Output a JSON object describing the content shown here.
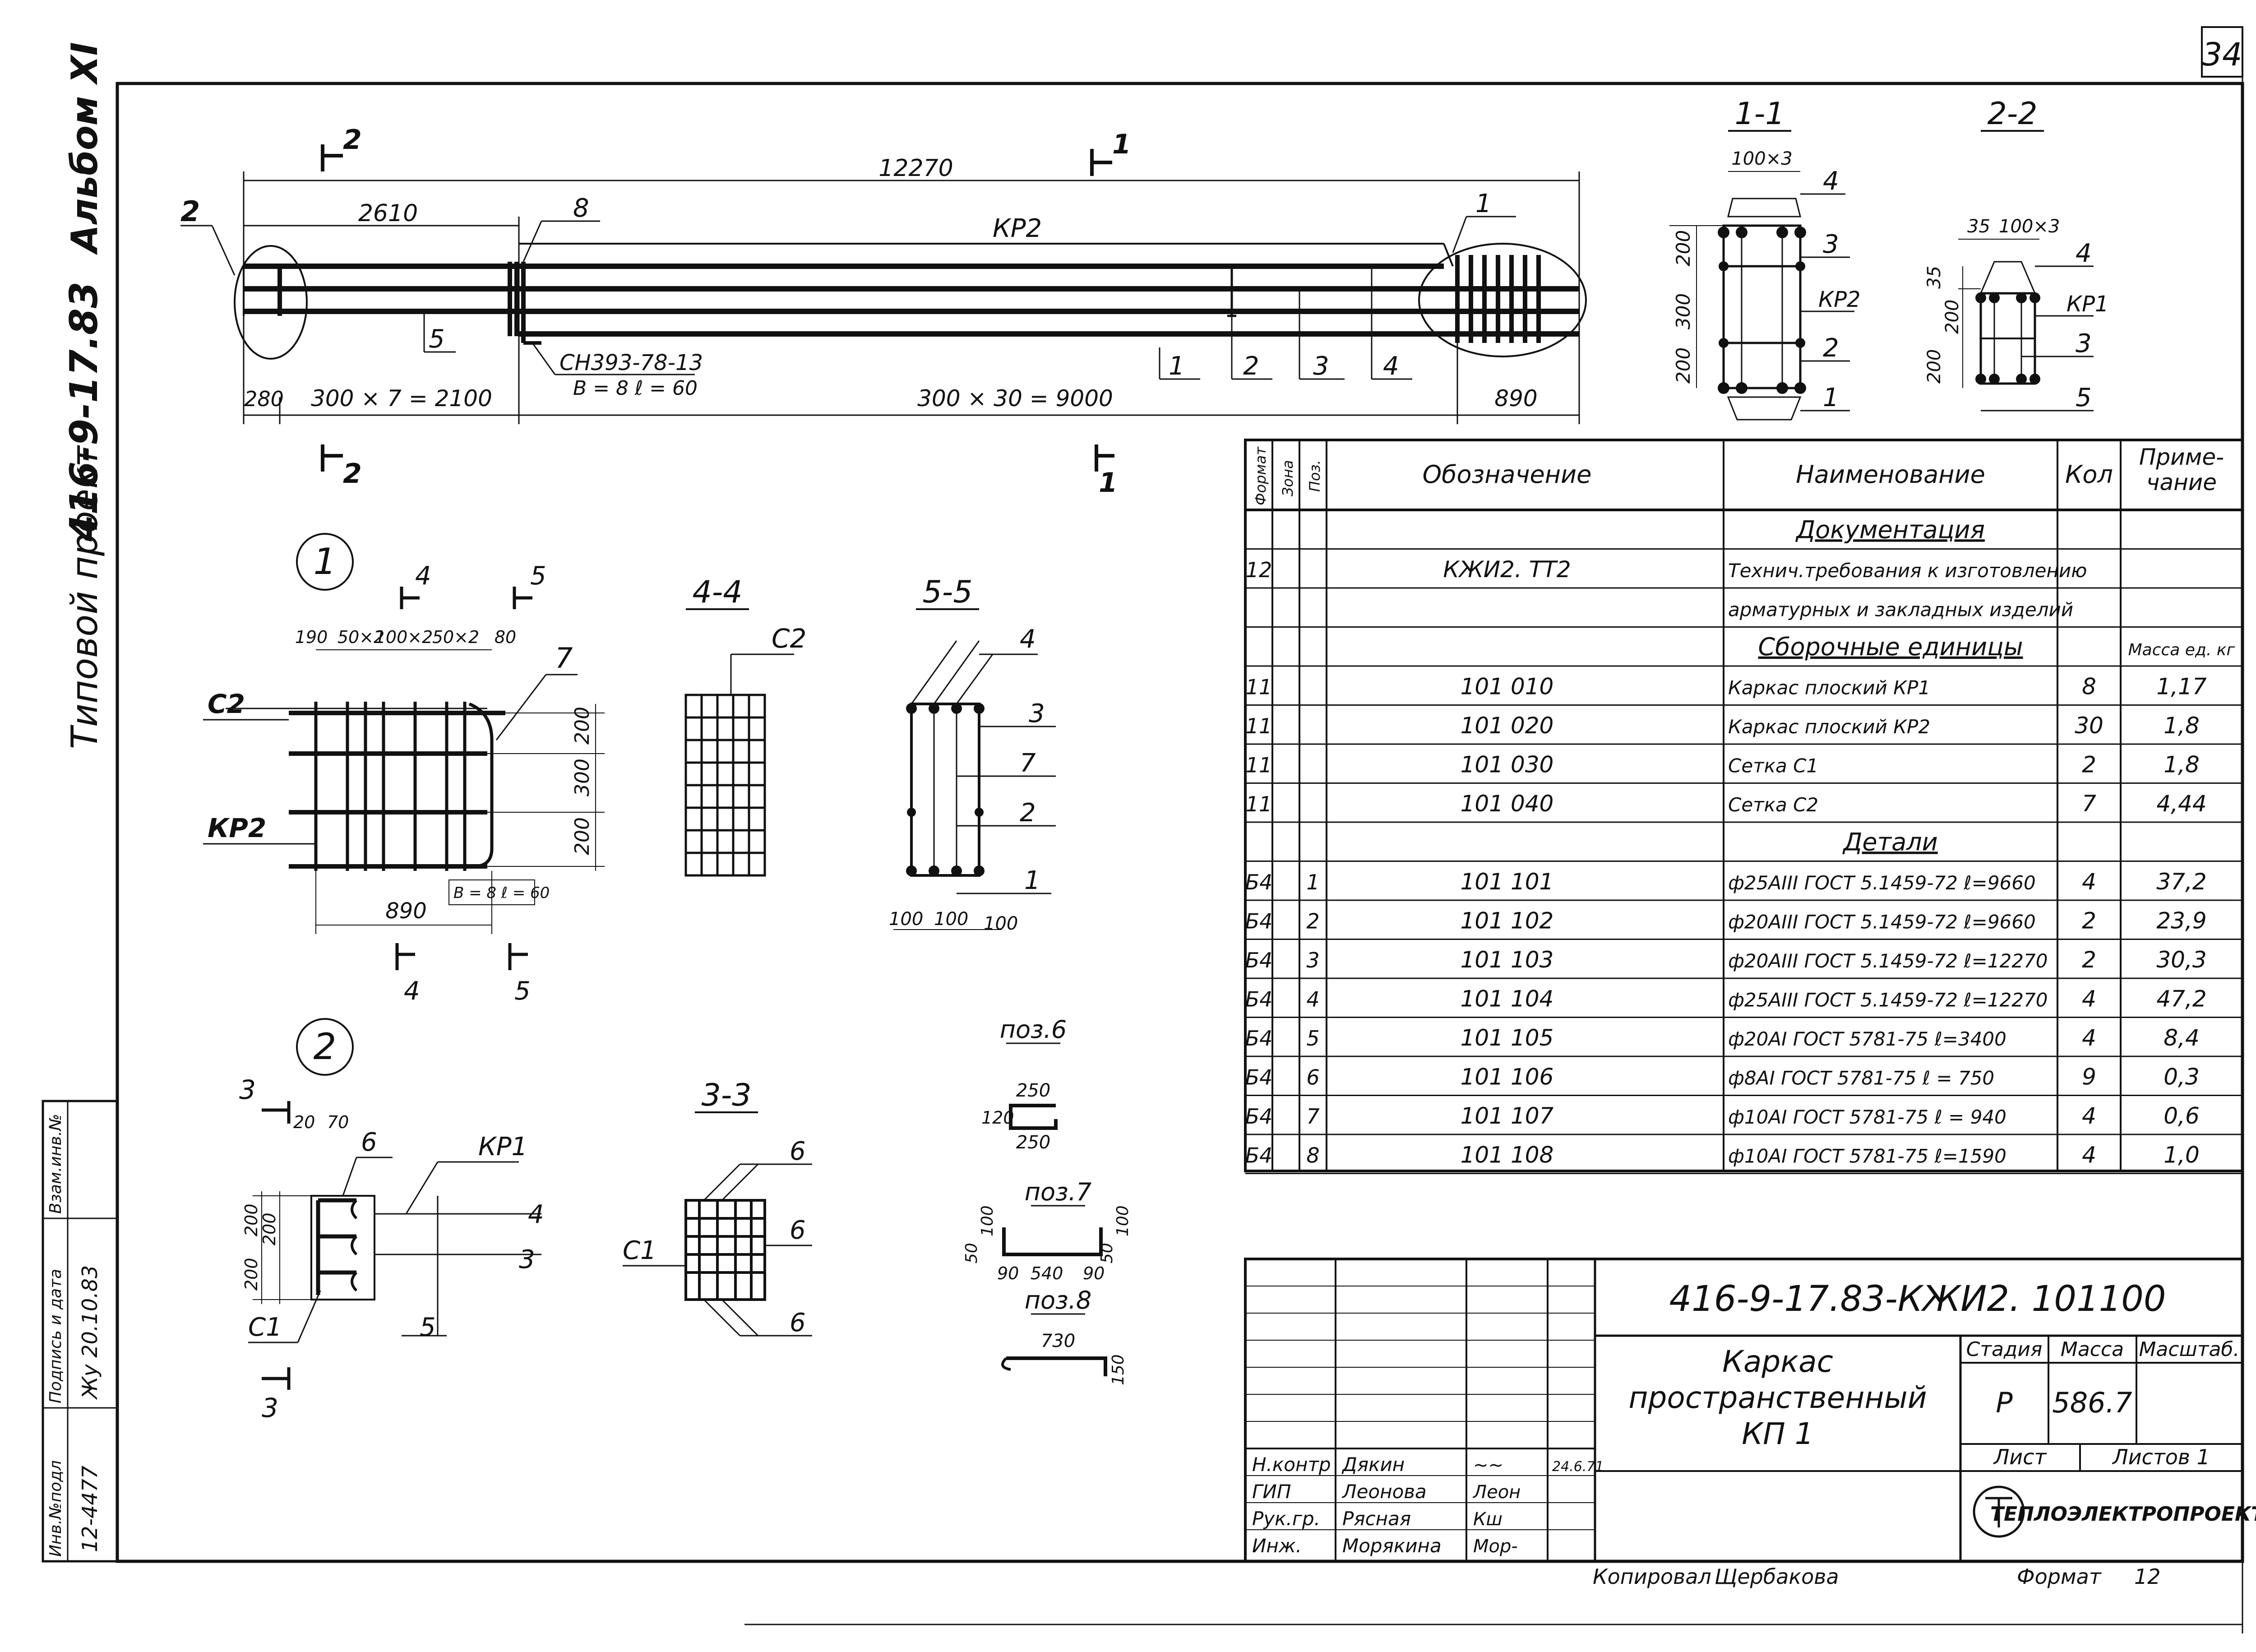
{
  "sheet_number": "34",
  "side_title": {
    "album": "Альбом XI",
    "project": "416-9-17.83",
    "type": "Типовой проект"
  },
  "side_stamp": {
    "inv_label": "Инв.№подл",
    "sign_label": "Подпись и дата",
    "replace_label": "Взам.инв.№",
    "inv_value": "12-4477",
    "sign_value": "Жу 20.10.83"
  },
  "elevation": {
    "total_length": "12270",
    "left_segment": "2610",
    "right_zone": "890",
    "left_end": "280",
    "left_spacing": "300 × 7 = 2100",
    "main_spacing": "300 × 30 = 9000",
    "frame_label": "КР2",
    "weld_standard": "СН393-78-13",
    "weld_params": "В = 8   ℓ = 60",
    "callout_1": "1",
    "callout_2": "2",
    "callout_3": "3",
    "callout_4": "4",
    "callout_5": "5",
    "callout_8": "8",
    "section_1": "1",
    "section_2": "2"
  },
  "section_1_1": {
    "title": "1-1",
    "top_dim": "100×3",
    "dim_a": "200",
    "dim_b": "300",
    "dim_c": "200",
    "frame": "КР2",
    "pos_4": "4",
    "pos_3": "3",
    "pos_2": "2",
    "pos_1": "1"
  },
  "section_2_2": {
    "title": "2-2",
    "dim_35": "35",
    "top_dim": "100×3",
    "dim_a": "200",
    "dim_b": "200",
    "dim_35b": "35",
    "frame": "КР1",
    "pos_4": "4",
    "pos_3": "3",
    "pos_5": "5"
  },
  "node_1": {
    "label": "1",
    "dims_top": [
      "190",
      "50×2",
      "100×2",
      "50×2",
      "80"
    ],
    "dim_200a": "200",
    "dim_300": "300",
    "dim_200b": "200",
    "width": "890",
    "c2": "С2",
    "kp2": "КР2",
    "pos_7": "7",
    "weld": "В = 8 ℓ = 60",
    "sec_4": "4",
    "sec_5": "5"
  },
  "section_4_4": {
    "title": "4-4",
    "label": "С2"
  },
  "section_5_5": {
    "title": "5-5",
    "pos_4": "4",
    "pos_3": "3",
    "pos_7": "7",
    "pos_2": "2",
    "pos_1": "1",
    "dims_bottom": [
      "100",
      "100",
      "100"
    ]
  },
  "node_2": {
    "label": "2",
    "dim_20": "20",
    "dim_70": "70",
    "dim_200a": "200",
    "dim_200b": "200",
    "dim_200c": "200",
    "pos_6": "6",
    "kp1": "КР1",
    "pos_4": "4",
    "pos_3": "3",
    "pos_5": "5",
    "c1": "С1",
    "sec_3": "3"
  },
  "section_3_3": {
    "title": "3-3",
    "pos_6a": "6",
    "pos_6b": "6",
    "pos_6c": "6",
    "c1": "С1"
  },
  "details": {
    "p6_title": "поз.6",
    "p6_d1": "250",
    "p6_d2": "120",
    "p6_d3": "250",
    "p7_title": "поз.7",
    "p7_d1": "100",
    "p7_d2": "50",
    "p7_d3": "90",
    "p7_d4": "540",
    "p7_d5": "90",
    "p7_d6": "50",
    "p7_d7": "100",
    "p8_title": "поз.8",
    "p8_d1": "730",
    "p8_d2": "150"
  },
  "spec_table": {
    "headers": {
      "format": "Формат",
      "zone": "Зона",
      "pos": "Поз.",
      "designation": "Обозначение",
      "name": "Наименование",
      "qty": "Кол",
      "note": "Приме- чание"
    },
    "rows": [
      {
        "format": "",
        "pos": "",
        "designation": "",
        "name": "Документация",
        "qty": "",
        "note": "",
        "section": true
      },
      {
        "format": "12",
        "pos": "",
        "designation": "КЖИ2.   ТТ2",
        "name": "Технич.требования к изготовлению",
        "qty": "",
        "note": ""
      },
      {
        "format": "",
        "pos": "",
        "designation": "",
        "name": "арматурных и закладных изделий",
        "qty": "",
        "note": ""
      },
      {
        "format": "",
        "pos": "",
        "designation": "",
        "name": "Сборочные единицы",
        "qty": "",
        "note": "Масса ед. кг",
        "section": true
      },
      {
        "format": "11",
        "pos": "",
        "designation": "101 010",
        "name": "Каркас плоский  КР1",
        "qty": "8",
        "note": "1,17"
      },
      {
        "format": "11",
        "pos": "",
        "designation": "101 020",
        "name": "Каркас плоский  КР2",
        "qty": "30",
        "note": "1,8"
      },
      {
        "format": "11",
        "pos": "",
        "designation": "101 030",
        "name": "Сетка           С1",
        "qty": "2",
        "note": "1,8"
      },
      {
        "format": "11",
        "pos": "",
        "designation": "101 040",
        "name": "Сетка           С2",
        "qty": "7",
        "note": "4,44"
      },
      {
        "format": "",
        "pos": "",
        "designation": "",
        "name": "Детали",
        "qty": "",
        "note": "",
        "section": true
      },
      {
        "format": "Б4",
        "pos": "1",
        "designation": "101 101",
        "name": "ф25АIII ГОСТ 5.1459-72   ℓ=9660",
        "qty": "4",
        "note": "37,2"
      },
      {
        "format": "Б4",
        "pos": "2",
        "designation": "101 102",
        "name": "ф20АIII ГОСТ 5.1459-72   ℓ=9660",
        "qty": "2",
        "note": "23,9"
      },
      {
        "format": "Б4",
        "pos": "3",
        "designation": "101 103",
        "name": "ф20АIII ГОСТ 5.1459-72   ℓ=12270",
        "qty": "2",
        "note": "30,3"
      },
      {
        "format": "Б4",
        "pos": "4",
        "designation": "101 104",
        "name": "ф25АIII ГОСТ 5.1459-72   ℓ=12270",
        "qty": "4",
        "note": "47,2"
      },
      {
        "format": "Б4",
        "pos": "5",
        "designation": "101 105",
        "name": "ф20АI ГОСТ 5781-75   ℓ=3400",
        "qty": "4",
        "note": "8,4"
      },
      {
        "format": "Б4",
        "pos": "6",
        "designation": "101 106",
        "name": "ф8АI ГОСТ 5781-75   ℓ = 750",
        "qty": "9",
        "note": "0,3"
      },
      {
        "format": "Б4",
        "pos": "7",
        "designation": "101 107",
        "name": "ф10АI ГОСТ 5781-75   ℓ = 940",
        "qty": "4",
        "note": "0,6"
      },
      {
        "format": "Б4",
        "pos": "8",
        "designation": "101 108",
        "name": "ф10АI ГОСТ 5781-75   ℓ=1590",
        "qty": "4",
        "note": "1,0"
      }
    ]
  },
  "title_block": {
    "code": "416-9-17.83-КЖИ2. 101100",
    "item_name_1": "Каркас",
    "item_name_2": "пространственный",
    "item_name_3": "КП 1",
    "stage_label": "Стадия",
    "mass_label": "Масса",
    "scale_label": "Масштаб.",
    "stage": "Р",
    "mass": "586.7",
    "sheet_label": "Лист",
    "sheets_label": "Листов 1",
    "org": "ТЕПЛОЭЛЕКТРОПРОЕКТ",
    "signers": [
      {
        "role": "Н.контр",
        "name": "Дякин",
        "sign": "~~",
        "date": "24.6.71"
      },
      {
        "role": "ГИП",
        "name": "Леонова",
        "sign": "Леон",
        "date": ""
      },
      {
        "role": "Рук.гр.",
        "name": "Рясная",
        "sign": "Кш",
        "date": ""
      },
      {
        "role": "Инж.",
        "name": "Морякина",
        "sign": "Мор-",
        "date": ""
      }
    ],
    "copied_label": "Копировал",
    "copied_name": "Щербакова",
    "format_label": "Формат",
    "format_value": "12"
  }
}
